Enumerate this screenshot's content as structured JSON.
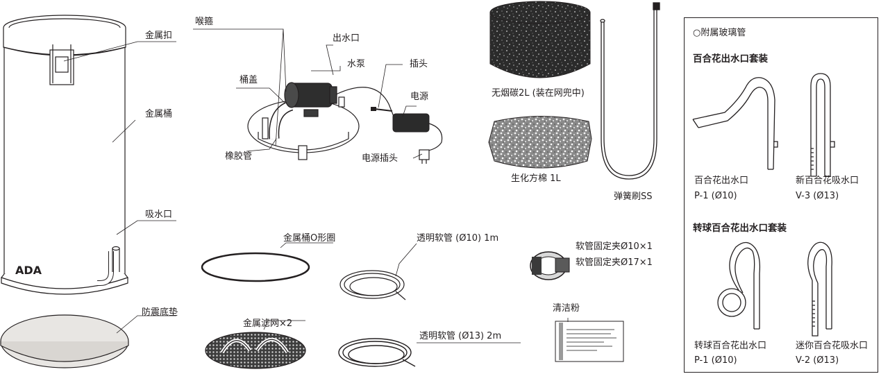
{
  "labels": {
    "metal_clasp": "金属扣",
    "metal_bucket": "金属桶",
    "water_intake": "吸水口",
    "anti_vibration_pad": "防震底垫",
    "hoop": "喉箍",
    "outlet": "出水口",
    "pump": "水泵",
    "bucket_lid": "桶盖",
    "plug": "插头",
    "power_supply": "电源",
    "rubber_tube": "橡胶管",
    "power_plug": "电源插头",
    "carbon": "无烟碳2L (装在网兜中)",
    "sponge": "生化方棉 1L",
    "spring_brush": "弹簧刷SS",
    "oring": "金属桶O形圈",
    "tube10": "透明软管 (Ø10) 1m",
    "clamp_line1": "软管固定夹Ø10×1",
    "clamp_line2": "软管固定夹Ø17×1",
    "metal_mesh": "金属滤网×2",
    "tube13": "透明软管 (Ø13) 2m",
    "cleaning_powder": "清洁粉",
    "brand_logo": "ADA"
  },
  "glass_panel": {
    "header": "○附属玻璃管",
    "set1_title": "百合花出水口套装",
    "set1_item1_name": "百合花出水口",
    "set1_item1_code": "P-1 (Ø10)",
    "set1_item2_name": "新百合花吸水口",
    "set1_item2_code": "V-3 (Ø13)",
    "set2_title": "转球百合花出水口套装",
    "set2_item1_name": "转球百合花出水口",
    "set2_item1_code": "P-1 (Ø10)",
    "set2_item2_name": "迷你百合花吸水口",
    "set2_item2_code": "V-2 (Ø13)"
  }
}
